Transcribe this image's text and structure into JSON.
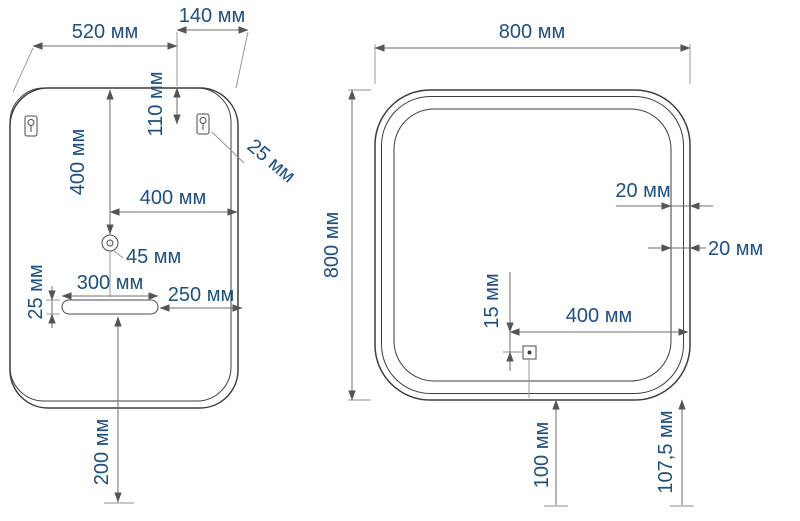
{
  "drawing": {
    "unit": "мм",
    "back_view": {
      "dim_520": "520 мм",
      "dim_140": "140 мм",
      "dim_400_vertical": "400 мм",
      "dim_110": "110 мм",
      "dim_25_bracket": "25 мм",
      "dim_400_horizontal": "400 мм",
      "dim_45": "45 мм",
      "dim_300": "300 мм",
      "dim_250": "250 мм",
      "dim_25_slot": "25 мм",
      "dim_200": "200 мм"
    },
    "front_view": {
      "dim_800_width": "800 мм",
      "dim_800_height": "800 мм",
      "dim_20_top": "20 мм",
      "dim_20_right": "20 мм",
      "dim_15": "15 мм",
      "dim_400": "400 мм",
      "dim_100": "100 мм",
      "dim_107_5": "107,5 мм"
    }
  }
}
